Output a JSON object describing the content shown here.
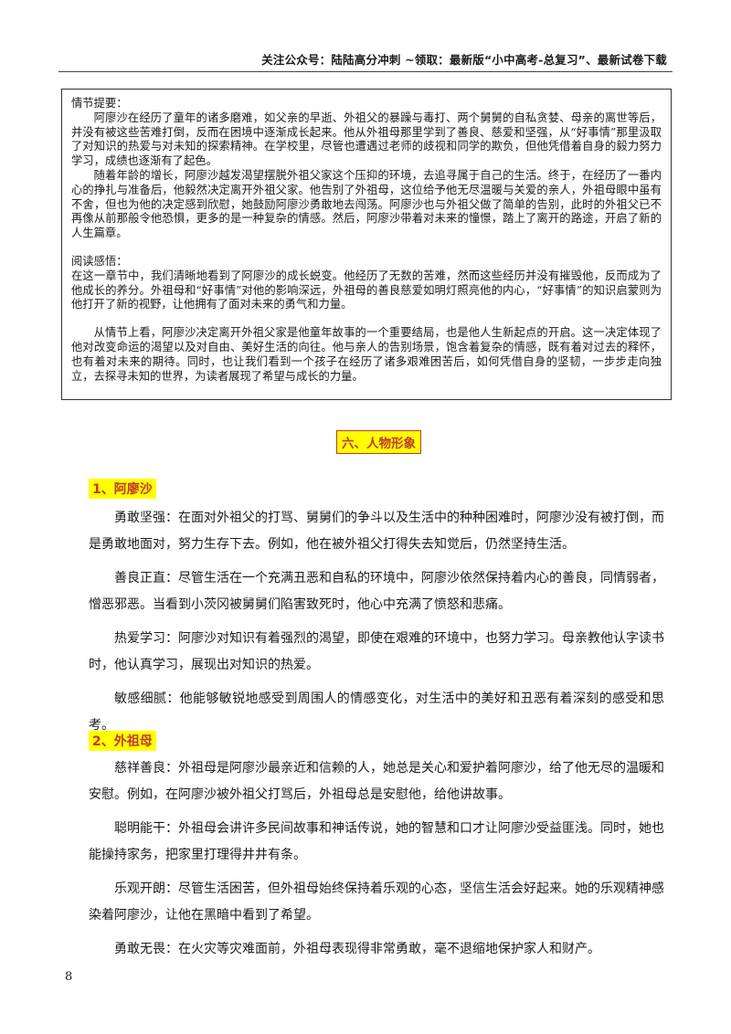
{
  "header": {
    "text": "关注公众号：陆陆高分冲刺  ~领取：最新版“小中高考-总复习”、最新试卷下载"
  },
  "plot_box": {
    "plot_label": "情节提要：",
    "plot_paragraphs": [
      "阿廖沙在经历了童年的诸多磨难，如父亲的早逝、外祖父的暴躁与毒打、两个舅舅的自私贪婪、母亲的离世等后，并没有被这些苦难打倒，反而在困境中逐渐成长起来。他从外祖母那里学到了善良、慈爱和坚强，从“好事情”那里汲取了对知识的热爱与对未知的探索精神。在学校里，尽管也遭遇过老师的歧视和同学的欺负，但他凭借着自身的毅力努力学习，成绩也逐渐有了起色。",
      "随着年龄的增长，阿廖沙越发渴望摆脱外祖父家这个压抑的环境，去追寻属于自己的生活。终于，在经历了一番内心的挣扎与准备后，他毅然决定离开外祖父家。他告别了外祖母，这位给予他无尽温暖与关爱的亲人，外祖母眼中虽有不舍，但也为他的决定感到欣慰，她鼓励阿廖沙勇敢地去闯荡。阿廖沙也与外祖父做了简单的告别，此时的外祖父已不再像从前那般令他恐惧，更多的是一种复杂的情感。然后，阿廖沙带着对未来的憧憬，踏上了离开的路途，开启了新的人生篇章。"
    ],
    "insight_label": "阅读感悟：",
    "insight_paragraphs": [
      "在这一章节中，我们清晰地看到了阿廖沙的成长蜕变。他经历了无数的苦难，然而这些经历并没有摧毁他，反而成为了他成长的养分。外祖母和“好事情”对他的影响深远，外祖母的善良慈爱如明灯照亮他的内心，“好事情”的知识启蒙则为他打开了新的视野，让他拥有了面对未来的勇气和力量。",
      "从情节上看，阿廖沙决定离开外祖父家是他童年故事的一个重要结局，也是他人生新起点的开启。这一决定体现了他对改变命运的渴望以及对自由、美好生活的向往。他与亲人的告别场景，饱含着复杂的情感，既有着对过去的释怀，也有着对未来的期待。同时，也让我们看到一个孩子在经历了诸多艰难困苦后，如何凭借自身的坚韧，一步步走向独立，去探寻未知的世界，为读者展现了希望与成长的力量。"
    ]
  },
  "section": {
    "title": "六、人物形象"
  },
  "characters": [
    {
      "heading": "1、阿廖沙",
      "traits": [
        "勇敢坚强：在面对外祖父的打骂、舅舅们的争斗以及生活中的种种困难时，阿廖沙没有被打倒，而是勇敢地面对，努力生存下去。例如，他在被外祖父打得失去知觉后，仍然坚持生活。",
        "善良正直：尽管生活在一个充满丑恶和自私的环境中，阿廖沙依然保持着内心的善良，同情弱者，憎恶邪恶。当看到小茨冈被舅舅们陷害致死时，他心中充满了愤怒和悲痛。",
        "热爱学习：阿廖沙对知识有着强烈的渴望，即使在艰难的环境中，也努力学习。母亲教他认字读书时，他认真学习，展现出对知识的热爱。",
        "敏感细腻：他能够敏锐地感受到周围人的情感变化，对生活中的美好和丑恶有着深刻的感受和思考。"
      ]
    },
    {
      "heading": "2、外祖母",
      "traits": [
        "慈祥善良：外祖母是阿廖沙最亲近和信赖的人，她总是关心和爱护着阿廖沙，给了他无尽的温暖和安慰。例如，在阿廖沙被外祖父打骂后，外祖母总是安慰他，给他讲故事。",
        "聪明能干：外祖母会讲许多民间故事和神话传说，她的智慧和口才让阿廖沙受益匪浅。同时，她也能操持家务，把家里打理得井井有条。",
        "乐观开朗：尽管生活困苦，但外祖母始终保持着乐观的心态，坚信生活会好起来。她的乐观精神感染着阿廖沙，让他在黑暗中看到了希望。",
        "勇敢无畏：在火灾等灾难面前，外祖母表现得非常勇敢，毫不退缩地保护家人和财产。"
      ]
    }
  ],
  "page": {
    "number": "8"
  }
}
